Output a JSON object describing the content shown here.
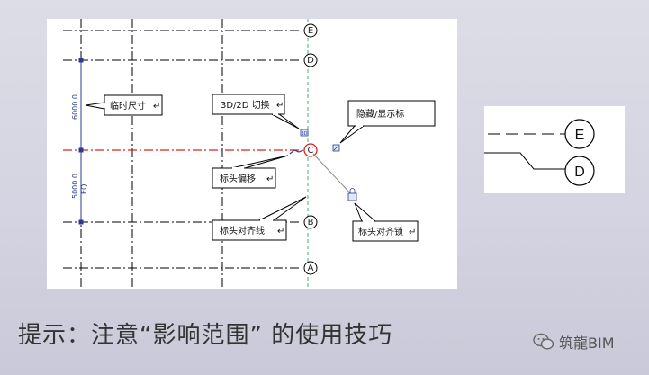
{
  "diagram": {
    "grid_bubbles": [
      "E",
      "D",
      "C",
      "B",
      "A"
    ],
    "dimension_labels": [
      "6000.0",
      "5000.0",
      "EQ"
    ],
    "callouts": {
      "temp_dimension": "临时尺寸",
      "toggle_3d2d": "3D/2D 切换",
      "hide_show": "隐藏/显示标",
      "head_offset": "标头偏移",
      "align_line": "标头对齐线",
      "align_lock": "标头对齐锁"
    },
    "callout_mark": "↵"
  },
  "side_panel": {
    "bubbles": [
      "E",
      "D"
    ]
  },
  "caption": {
    "tip": "提示：注意“影响范围” 的使用技巧"
  },
  "brand": {
    "name": "筑龍BIM",
    "icon": "wechat-icon"
  },
  "colors": {
    "background": "#d6d6e3",
    "grid_line": "#000000",
    "active_grid": "#e02020",
    "dimension": "#2b3a8c",
    "align_line": "#3cb371"
  }
}
